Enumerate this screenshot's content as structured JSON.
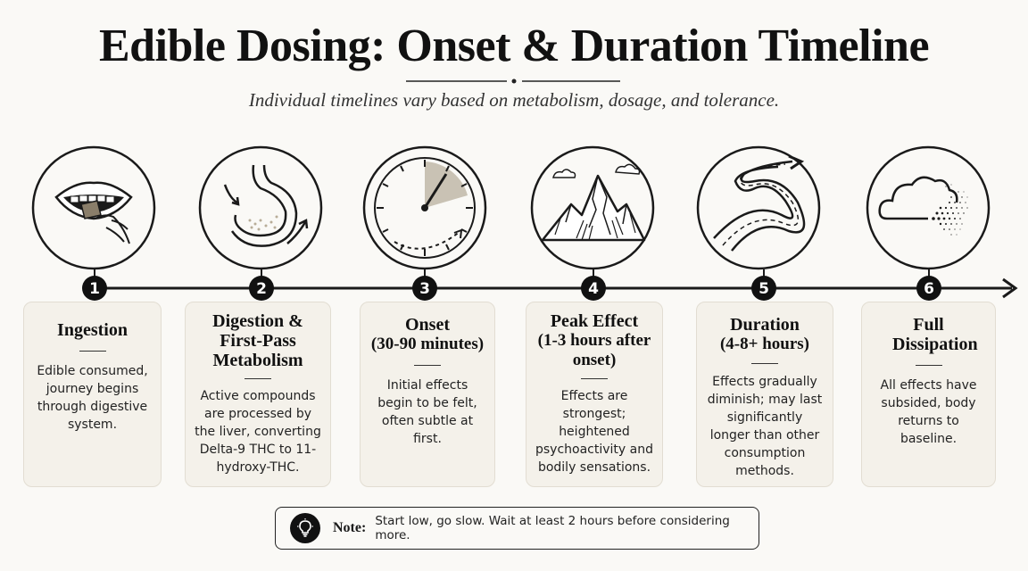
{
  "header": {
    "title": "Edible Dosing: Onset & Duration Timeline",
    "subtitle": "Individual timelines vary based on metabolism, dosage, and tolerance."
  },
  "steps": [
    {
      "number": "1",
      "icon": "mouth-ingesting-icon",
      "title": "Ingestion",
      "subtitle": "",
      "body": "Edible consumed, journey begins through digestive system."
    },
    {
      "number": "2",
      "icon": "stomach-digestion-icon",
      "title": "Digestion & First-Pass Metabolism",
      "subtitle": "",
      "body": "Active compounds are processed by the liver, converting Delta-9 THC to 11-hydroxy-THC."
    },
    {
      "number": "3",
      "icon": "clock-icon",
      "title": "Onset",
      "subtitle": "(30-90 minutes)",
      "body": "Initial effects begin to be felt, often subtle at first."
    },
    {
      "number": "4",
      "icon": "mountain-peak-icon",
      "title": "Peak Effect",
      "subtitle": "(1-3 hours after onset)",
      "body": "Effects are strongest; heightened psychoactivity and bodily sensations."
    },
    {
      "number": "5",
      "icon": "winding-road-icon",
      "title": "Duration",
      "subtitle": "(4-8+ hours)",
      "body": "Effects gradually diminish; may last significantly longer than other consumption methods."
    },
    {
      "number": "6",
      "icon": "dissipating-cloud-icon",
      "title": "Full Dissipation",
      "subtitle": "",
      "body": "All effects have subsided, body returns to baseline."
    }
  ],
  "note": {
    "icon": "lightbulb-icon",
    "label": "Note:",
    "text": "Start low, go slow. Wait at least 2 hours before considering more."
  }
}
